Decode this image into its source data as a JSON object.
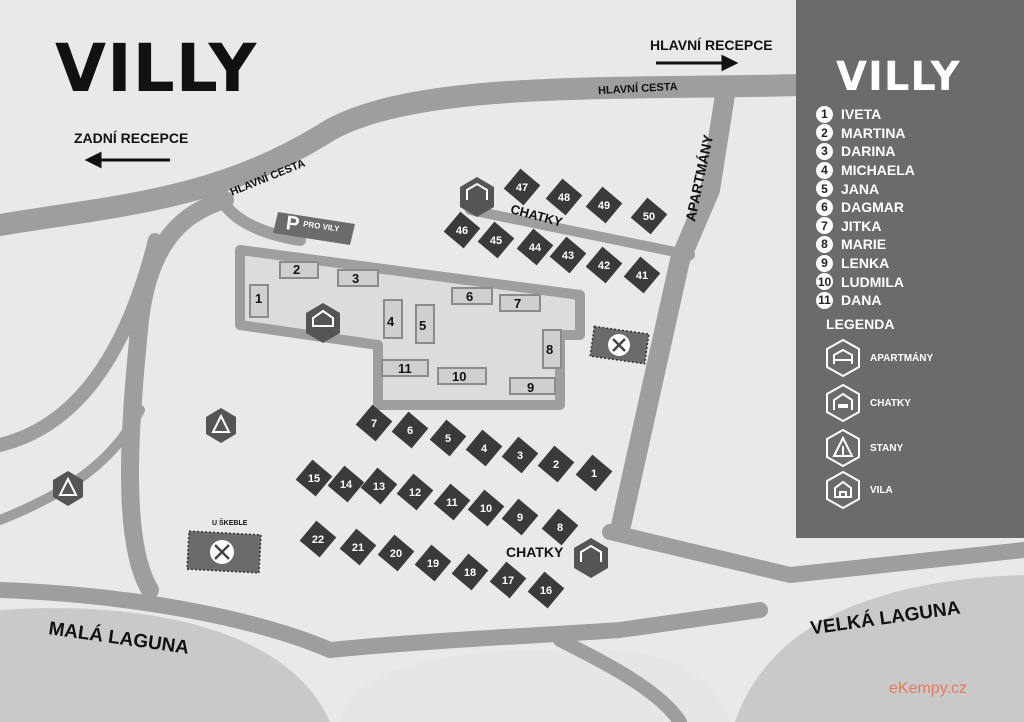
{
  "title": "VILLY",
  "panel": {
    "title": "VILLY",
    "villas": [
      {
        "num": "1",
        "name": "IVETA"
      },
      {
        "num": "2",
        "name": "MARTINA"
      },
      {
        "num": "3",
        "name": "DARINA"
      },
      {
        "num": "4",
        "name": "MICHAELA"
      },
      {
        "num": "5",
        "name": "JANA"
      },
      {
        "num": "6",
        "name": "DAGMAR"
      },
      {
        "num": "7",
        "name": "JITKA"
      },
      {
        "num": "8",
        "name": "MARIE"
      },
      {
        "num": "9",
        "name": "LENKA"
      },
      {
        "num": "10",
        "name": "LUDMILA"
      },
      {
        "num": "11",
        "name": "DANA"
      }
    ],
    "legend_title": "LEGENDA",
    "legend": [
      {
        "icon": "apartment-icon",
        "label": "APARTMÁNY"
      },
      {
        "icon": "chatky-icon",
        "label": "CHATKY"
      },
      {
        "icon": "tent-icon",
        "label": "STANY"
      },
      {
        "icon": "villa-icon",
        "label": "VILA"
      }
    ]
  },
  "labels": {
    "main_reception": "HLAVNÍ RECEPCE",
    "back_reception": "ZADNÍ RECEPCE",
    "main_road_top": "HLAVNÍ CESTA",
    "main_road_left": "HLAVNÍ CESTA",
    "apartments": "APARTMÁNY",
    "chatky_top": "CHATKY",
    "chatky_bottom": "CHATKY",
    "parking_p": "P",
    "parking_text": "PRO VILY",
    "u_skeble": "U ŠKEBLE",
    "mala_laguna": "MALÁ LAGUNA",
    "velka_laguna": "VELKÁ LAGUNA"
  },
  "villa_numbers": [
    "1",
    "2",
    "3",
    "4",
    "5",
    "6",
    "7",
    "8",
    "9",
    "10",
    "11"
  ],
  "chatky_top_numbers": [
    "41",
    "42",
    "43",
    "44",
    "45",
    "46",
    "47",
    "48",
    "49",
    "50"
  ],
  "chatky_bottom_numbers": [
    "1",
    "2",
    "3",
    "4",
    "5",
    "6",
    "7",
    "8",
    "9",
    "10",
    "11",
    "12",
    "13",
    "14",
    "15",
    "16",
    "17",
    "18",
    "19",
    "20",
    "21",
    "22"
  ],
  "watermark": "eKempy.cz",
  "colors": {
    "road": "#9e9e9e",
    "ground": "#e9e9e9",
    "water": "#c9c9c9",
    "cabin": "#3a3a3a",
    "panel": "#6b6b6b",
    "accent": "#e3795e"
  }
}
